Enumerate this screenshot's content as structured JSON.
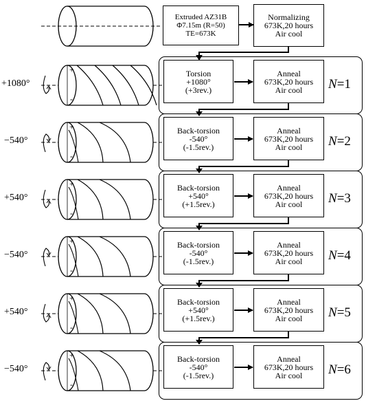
{
  "start_box": {
    "line1": "Extruded AZ31B",
    "line2": "Φ7.15m  (R=50)",
    "line3": "TE=673K"
  },
  "normalize_box": {
    "line1": "Normalizing",
    "line2": "673K,20 hours",
    "line3": "Air cool"
  },
  "steps": [
    {
      "angle": "+1080°",
      "op": [
        "Torsion",
        "+1080°",
        "(+3rev.)"
      ],
      "anneal": [
        "Anneal",
        "673K,20 hours",
        "Air cool"
      ],
      "n_prefix": "N",
      "n_value": "=1",
      "twist": "plus"
    },
    {
      "angle": "−540°",
      "op": [
        "Back-torsion",
        "-540°",
        "(-1.5rev.)"
      ],
      "anneal": [
        "Anneal",
        "673K,20 hours",
        "Air cool"
      ],
      "n_prefix": "N",
      "n_value": "=2",
      "twist": "minus"
    },
    {
      "angle": "+540°",
      "op": [
        "Back-torsion",
        "+540°",
        "(+1.5rev.)"
      ],
      "anneal": [
        "Anneal",
        "673K,20 hours",
        "Air cool"
      ],
      "n_prefix": "N",
      "n_value": "=3",
      "twist": "plus"
    },
    {
      "angle": "−540°",
      "op": [
        "Back-torsion",
        "-540°",
        "(-1.5rev.)"
      ],
      "anneal": [
        "Anneal",
        "673K,20 hours",
        "Air cool"
      ],
      "n_prefix": "N",
      "n_value": "=4",
      "twist": "minus"
    },
    {
      "angle": "+540°",
      "op": [
        "Back-torsion",
        "+540°",
        "(+1.5rev.)"
      ],
      "anneal": [
        "Anneal",
        "673K,20 hours",
        "Air cool"
      ],
      "n_prefix": "N",
      "n_value": "=5",
      "twist": "plus"
    },
    {
      "angle": "−540°",
      "op": [
        "Back-torsion",
        "-540°",
        "(-1.5rev.)"
      ],
      "anneal": [
        "Anneal",
        "673K,20 hours",
        "Air cool"
      ],
      "n_prefix": "N",
      "n_value": "=6",
      "twist": "minus"
    }
  ],
  "sign_plus": "+",
  "sign_minus": "-"
}
